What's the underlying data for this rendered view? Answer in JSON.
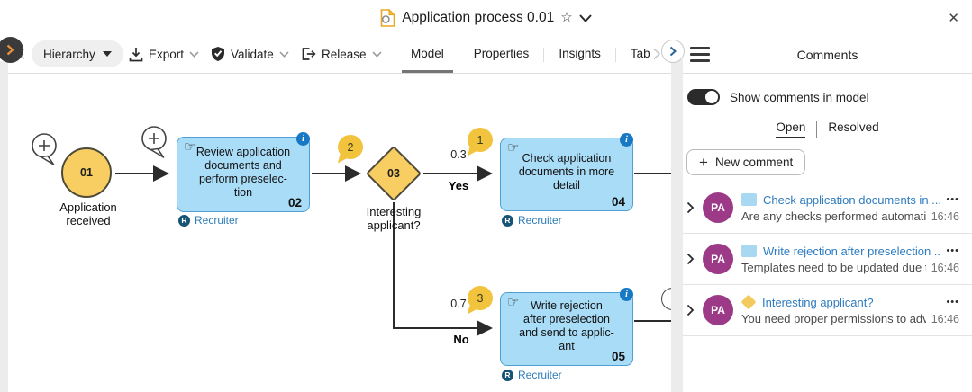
{
  "title_bar": {
    "title": "Application process 0.01"
  },
  "icons": {
    "star": "☆",
    "close": "✕",
    "hand": "☞",
    "overflow": "•••",
    "plus": "+",
    "info": "i"
  },
  "toolbar": {
    "hierarchy_label": "Hierarchy",
    "export_label": "Export",
    "validate_label": "Validate",
    "release_label": "Release",
    "tabs": [
      {
        "label": "Model",
        "active": true
      },
      {
        "label": "Properties",
        "active": false
      },
      {
        "label": "Insights",
        "active": false
      },
      {
        "label": "Tab",
        "active": false
      }
    ]
  },
  "comments_panel": {
    "header": "Comments",
    "toggle_label": "Show comments in model",
    "toggle_on": true,
    "open_tab": "Open",
    "resolved_tab": "Resolved",
    "new_comment_label": "New comment",
    "comments": [
      {
        "initials": "PA",
        "shape": "task",
        "title": "Check application documents in ...",
        "preview": "Are any checks performed automatical...",
        "time": "16:46"
      },
      {
        "initials": "PA",
        "shape": "task",
        "title": "Write rejection after preselection ...",
        "preview": "Templates need to be updated due to ...",
        "time": "16:46"
      },
      {
        "initials": "PA",
        "shape": "gateway",
        "title": "Interesting applicant?",
        "preview": "You need proper permissions to advan...",
        "time": "16:46"
      }
    ]
  },
  "diagram": {
    "start_event": {
      "number": "01",
      "label_lines": [
        "Application",
        "received"
      ]
    },
    "gateway": {
      "number": "03",
      "label_lines": [
        "Interesting",
        "applicant?"
      ],
      "badge": "2"
    },
    "tasks": [
      {
        "number": "02",
        "lines": [
          "Review application",
          "documents and",
          "perform preselec-",
          "tion"
        ],
        "role_initial": "R",
        "role": "Recruiter"
      },
      {
        "number": "04",
        "lines": [
          "Check application",
          "documents in more",
          "detail"
        ],
        "role_initial": "R",
        "role": "Recruiter",
        "badge": "1"
      },
      {
        "number": "05",
        "lines": [
          "Write rejection",
          "after preselection",
          "and send to applic-",
          "ant"
        ],
        "role_initial": "R",
        "role": "Recruiter",
        "badge": "3"
      }
    ],
    "edges": {
      "yes": {
        "value": "0.3",
        "label": "Yes"
      },
      "no": {
        "value": "0.7",
        "label": "No"
      }
    }
  },
  "colors": {
    "task_fill": "#a9dcf7",
    "task_border": "#4f9fd4",
    "event_fill": "#f8ce62",
    "event_border": "#4d4a39",
    "badge_fill": "#f2c33d",
    "info_blue": "#1779c4",
    "role_circle_blue": "#175377",
    "link_blue": "#2e7cbf",
    "avatar_purple": "#9c3a88",
    "toggle_on": "#2b2b2b"
  }
}
